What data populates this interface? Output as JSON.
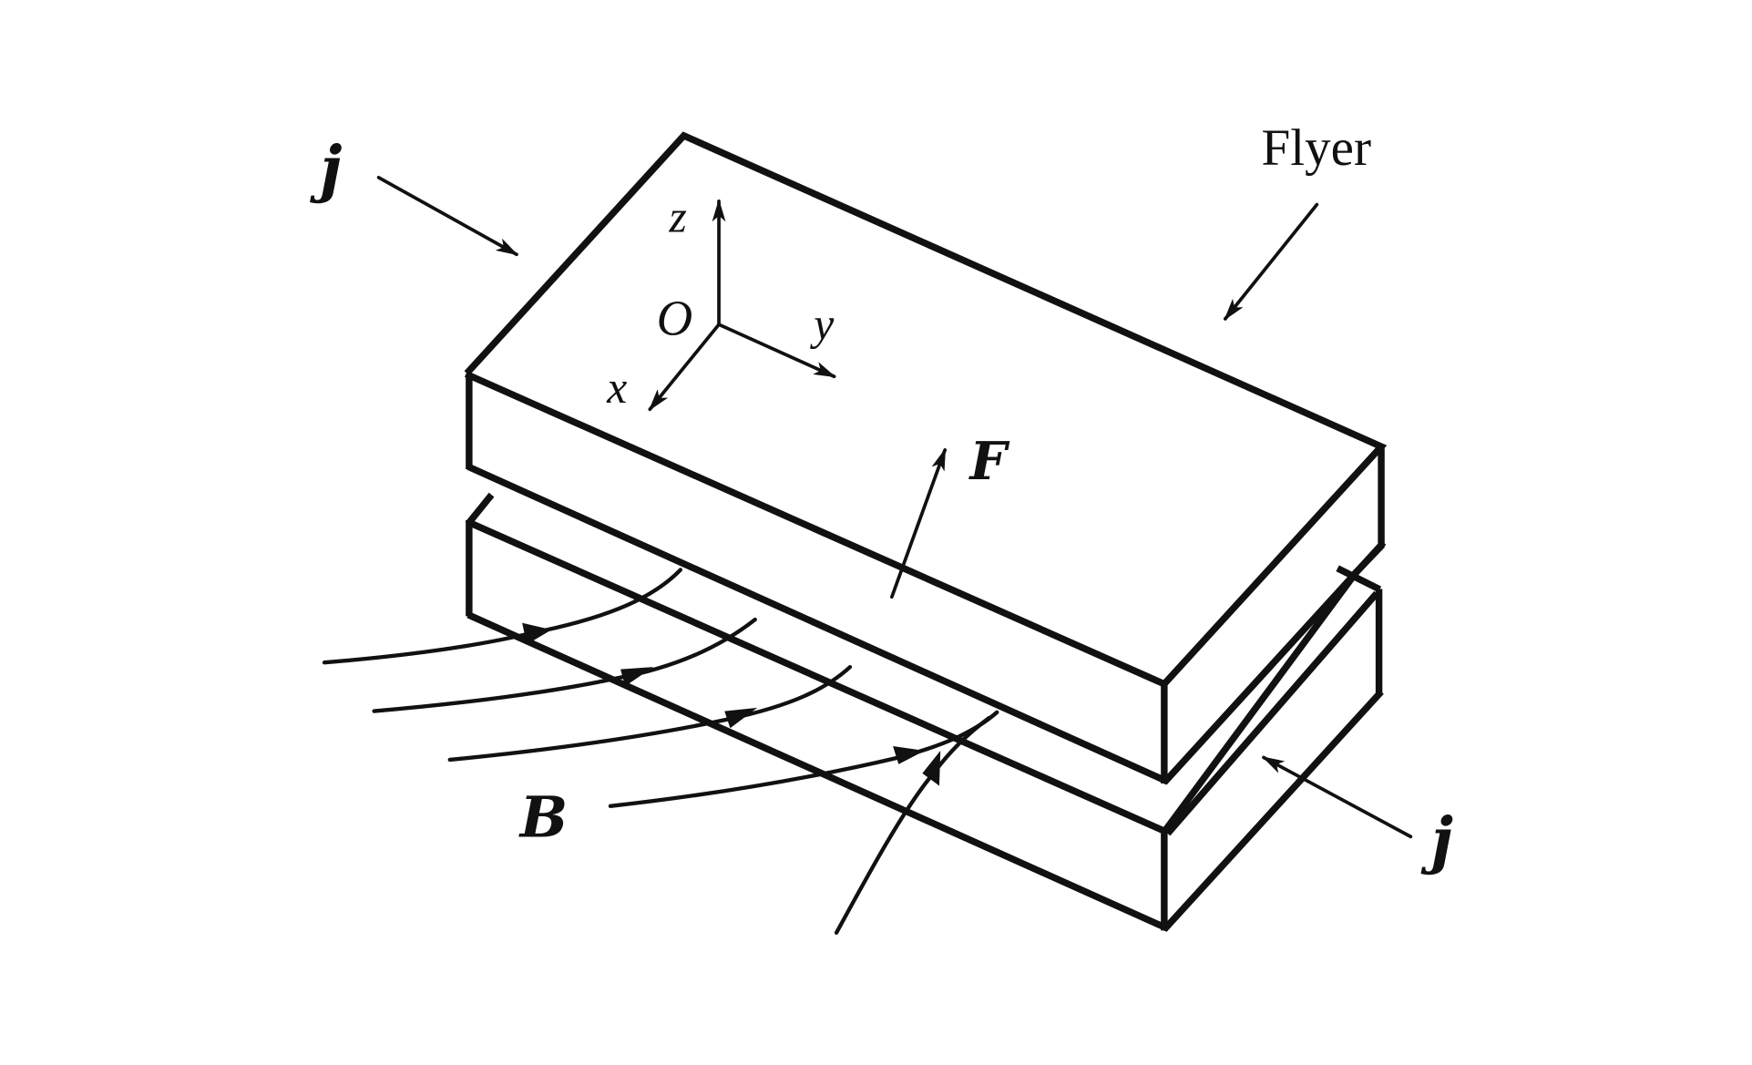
{
  "figure": {
    "labels": {
      "flyer": "Flyer",
      "current_top": "j",
      "current_bottom": "j",
      "force": "F",
      "field": "B",
      "origin": "O",
      "axis_x": "x",
      "axis_y": "y",
      "axis_z": "z"
    },
    "colors": {
      "stroke": "#111111",
      "background": "#ffffff"
    }
  }
}
